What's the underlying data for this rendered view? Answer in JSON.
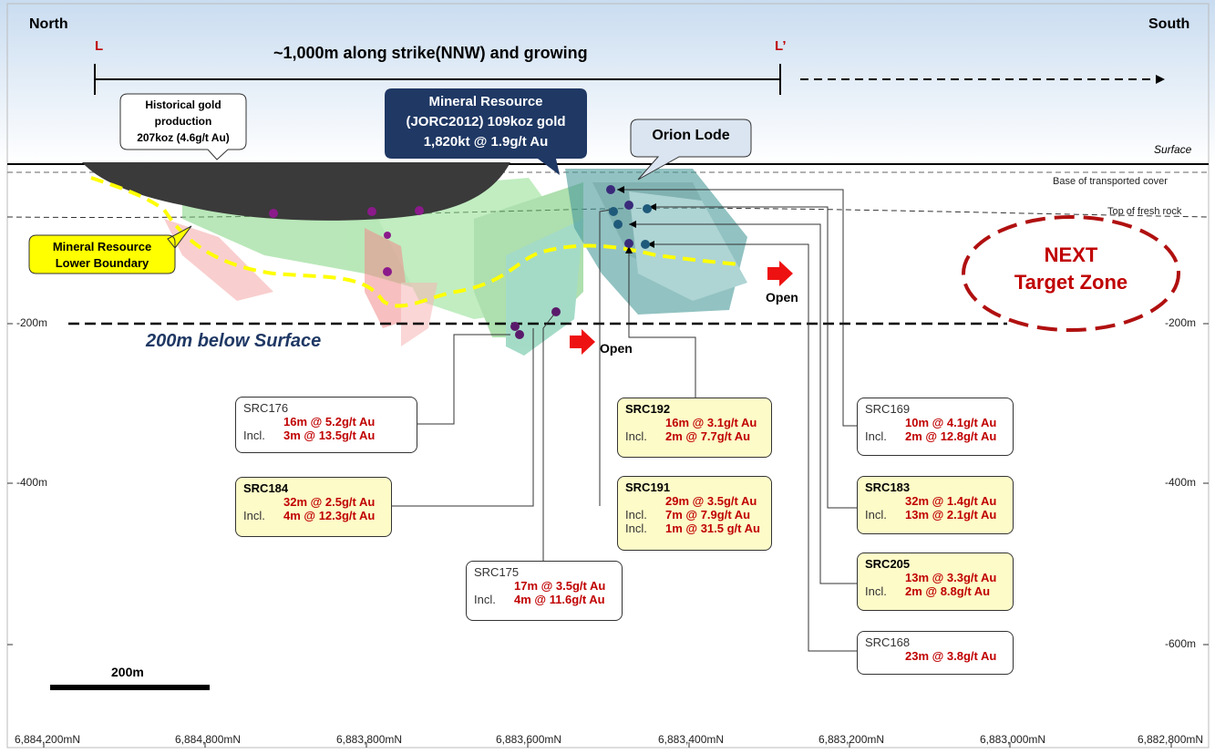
{
  "header": {
    "north": "North",
    "south": "South",
    "l_start": "L",
    "l_end": "L’",
    "strike_text": "~1,000m along strike(NNW) and growing"
  },
  "labels": {
    "historical": [
      "Historical gold",
      "production",
      "207koz (4.6g/t Au)"
    ],
    "mineral_resource": [
      "Mineral Resource",
      "(JORC2012) 109koz gold",
      "1,820kt @ 1.9g/t Au"
    ],
    "orion_lode": "Orion Lode",
    "surface": "Surface",
    "base_cover": "Base of transported cover",
    "fresh_rock": "Top of fresh rock",
    "lower_boundary": [
      "Mineral Resource",
      "Lower Boundary"
    ],
    "next_target": [
      "NEXT",
      "Target Zone"
    ],
    "open1": "Open",
    "open2": "Open",
    "below_surface": "200m below Surface",
    "scale_bar": "200m"
  },
  "depth_ticks": {
    "left": [
      "-200m",
      "-400m"
    ],
    "right": [
      "-200m",
      "-400m",
      "-600m"
    ]
  },
  "northings": [
    "6,884,200mN",
    "6,884,800mN",
    "6,883,800mN",
    "6,883,600mN",
    "6,883,400mN",
    "6,883,200mN",
    "6,883,000mN",
    "6,882,800mN"
  ],
  "drillholes": [
    {
      "name": "SRC176",
      "rows": [
        [
          "",
          "16m @  5.2g/t Au"
        ],
        [
          "Incl.",
          "3m @ 13.5g/t Au"
        ]
      ]
    },
    {
      "name": "SRC184",
      "rows": [
        [
          "",
          "32m @  2.5g/t Au"
        ],
        [
          "Incl.",
          "4m @ 12.3g/t Au"
        ]
      ]
    },
    {
      "name": "SRC175",
      "rows": [
        [
          "",
          "17m @  3.5g/t Au"
        ],
        [
          "Incl.",
          "4m @ 11.6g/t Au"
        ]
      ]
    },
    {
      "name": "SRC192",
      "rows": [
        [
          "",
          "16m @ 3.1g/t Au"
        ],
        [
          "Incl.",
          "2m @ 7.7g/t Au"
        ]
      ]
    },
    {
      "name": "SRC191",
      "rows": [
        [
          "",
          "29m @  3.5g/t Au"
        ],
        [
          "Incl.",
          "7m @   7.9g/t Au"
        ],
        [
          "Incl.",
          "1m @ 31.5 g/t Au"
        ]
      ]
    },
    {
      "name": "SRC169",
      "rows": [
        [
          "",
          "10m @  4.1g/t Au"
        ],
        [
          "Incl.",
          "2m @ 12.8g/t Au"
        ]
      ]
    },
    {
      "name": "SRC183",
      "rows": [
        [
          "",
          "32m @ 1.4g/t Au"
        ],
        [
          "Incl.",
          "13m @ 2.1g/t Au"
        ]
      ]
    },
    {
      "name": "SRC205",
      "rows": [
        [
          "",
          "13m @ 3.3g/t Au"
        ],
        [
          "Incl.",
          "2m @ 8.8g/t Au"
        ]
      ]
    },
    {
      "name": "SRC168",
      "rows": [
        [
          "",
          "23m @ 3.8g/t Au"
        ]
      ]
    }
  ],
  "colors": {
    "sky_top": "#c9dcf0",
    "accent_red": "#c00000",
    "resource_box": "#1f3864",
    "lower_boundary": "#ffff00",
    "target_ring": "#b01010",
    "ore_green": "#7fd47f",
    "ore_teal": "#4a9a9a"
  }
}
